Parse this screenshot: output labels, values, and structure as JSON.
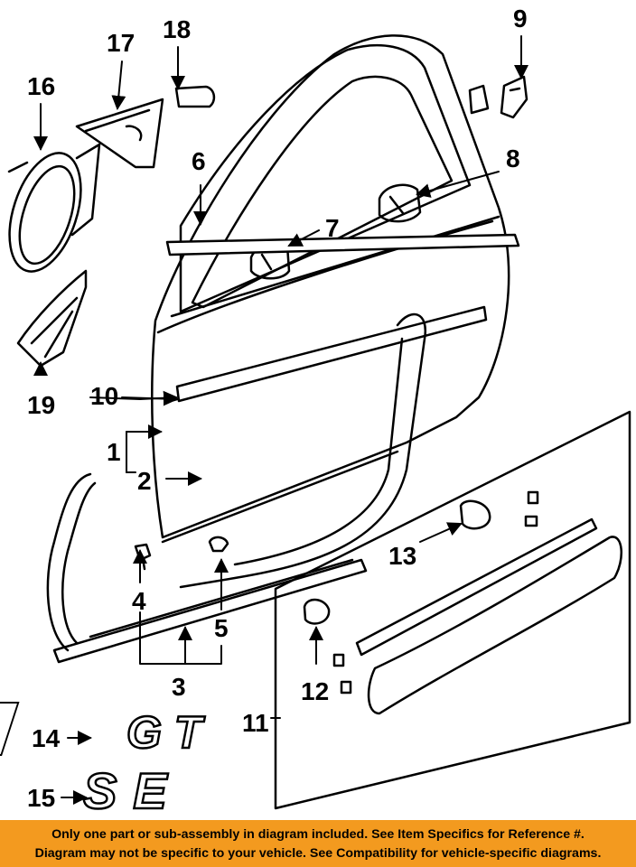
{
  "callouts": {
    "c1": "1",
    "c2": "2",
    "c3": "3",
    "c4": "4",
    "c5": "5",
    "c6": "6",
    "c7": "7",
    "c8": "8",
    "c9": "9",
    "c10": "10",
    "c11": "11",
    "c12": "12",
    "c13": "13",
    "c14": "14",
    "c15": "15",
    "c16": "16",
    "c17": "17",
    "c18": "18",
    "c19": "19"
  },
  "emblems": {
    "gt": "GT",
    "se": "SE"
  },
  "footer": {
    "line1": "Only one part or sub-assembly in diagram included. See Item Specifics for Reference #.",
    "line2": "Diagram may not be specific to your vehicle. See Compatibility for vehicle-specific diagrams."
  },
  "colors": {
    "footer_background": "#f39a1f",
    "linework": "#000000"
  }
}
